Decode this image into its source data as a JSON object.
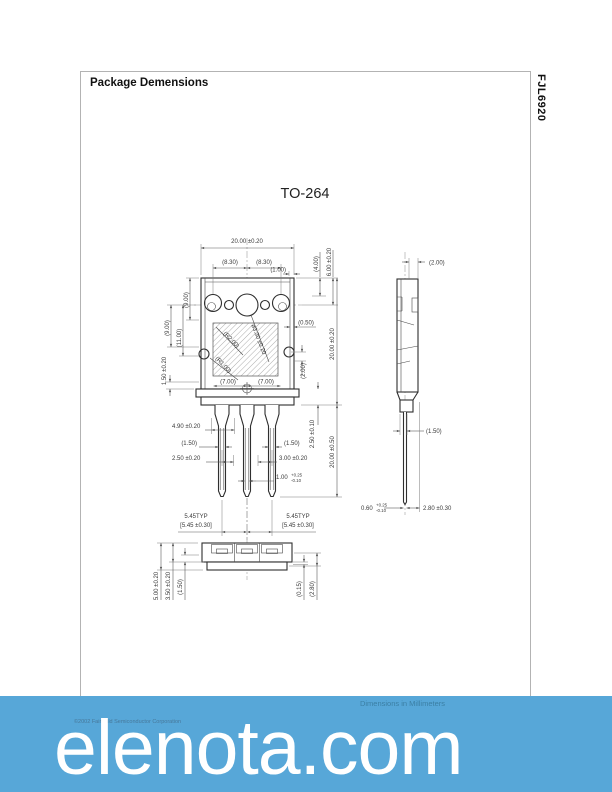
{
  "page": {
    "header_title": "Package Demensions",
    "part_number": "FJL6920",
    "drawing_title": "TO-264",
    "footer_note": "Dimensions in Millimeters",
    "footer_copyright": "©2002 Fairchild Semiconductor Corporation"
  },
  "watermark": {
    "text": "elenota.com",
    "banner_color": "#57a7d8",
    "text_color": "#ffffff"
  },
  "d": {
    "front": {
      "w20": "20.00 ±0.20",
      "s830a": "(8.30)",
      "s830b": "(8.30)",
      "s100": "(1.00)",
      "h400": "(4.00)",
      "h600": "6.00 ±0.20",
      "l900a": "(9.00)",
      "l900b": "(9.00)",
      "l1100": "(11.00)",
      "l150": "1.50 ±0.20",
      "r200": "(R2.00)",
      "r100": "(R1.00)",
      "dia": "ø3.30 ±0.20",
      "r050": "(0.50)",
      "rv200": "(2.00)",
      "bh20": "20.00 ±0.20",
      "ll20": "20.00 ±0.50",
      "base25": "2.50 ±0.10",
      "d700a": "(7.00)",
      "d700b": "(7.00)",
      "sw490": "4.90 ±0.20",
      "lw150a": "(1.50)",
      "lw150b": "(1.50)",
      "p250": "2.50 ±0.20",
      "p300": "3.00 ±0.20",
      "tip": "1.00",
      "tipp": "+0.25",
      "tipm": "-0.10",
      "t545a1": "5.45TYP",
      "t545a2": "[5.45 ±0.30]",
      "t545b1": "5.45TYP",
      "t545b2": "[5.45 ±0.30]"
    },
    "side": {
      "t200": "(2.00)",
      "o150": "(1.50)",
      "lt060": "0.60",
      "ltp": "+0.25",
      "ltm": "-0.10",
      "lb280": "2.80 ±0.30"
    },
    "bottom": {
      "tot500": "5.00 ±0.20",
      "in350": "3.50 ±0.20",
      "lip150": "(1.50)",
      "r015": "(0.15)",
      "r280": "(2.80)"
    }
  }
}
